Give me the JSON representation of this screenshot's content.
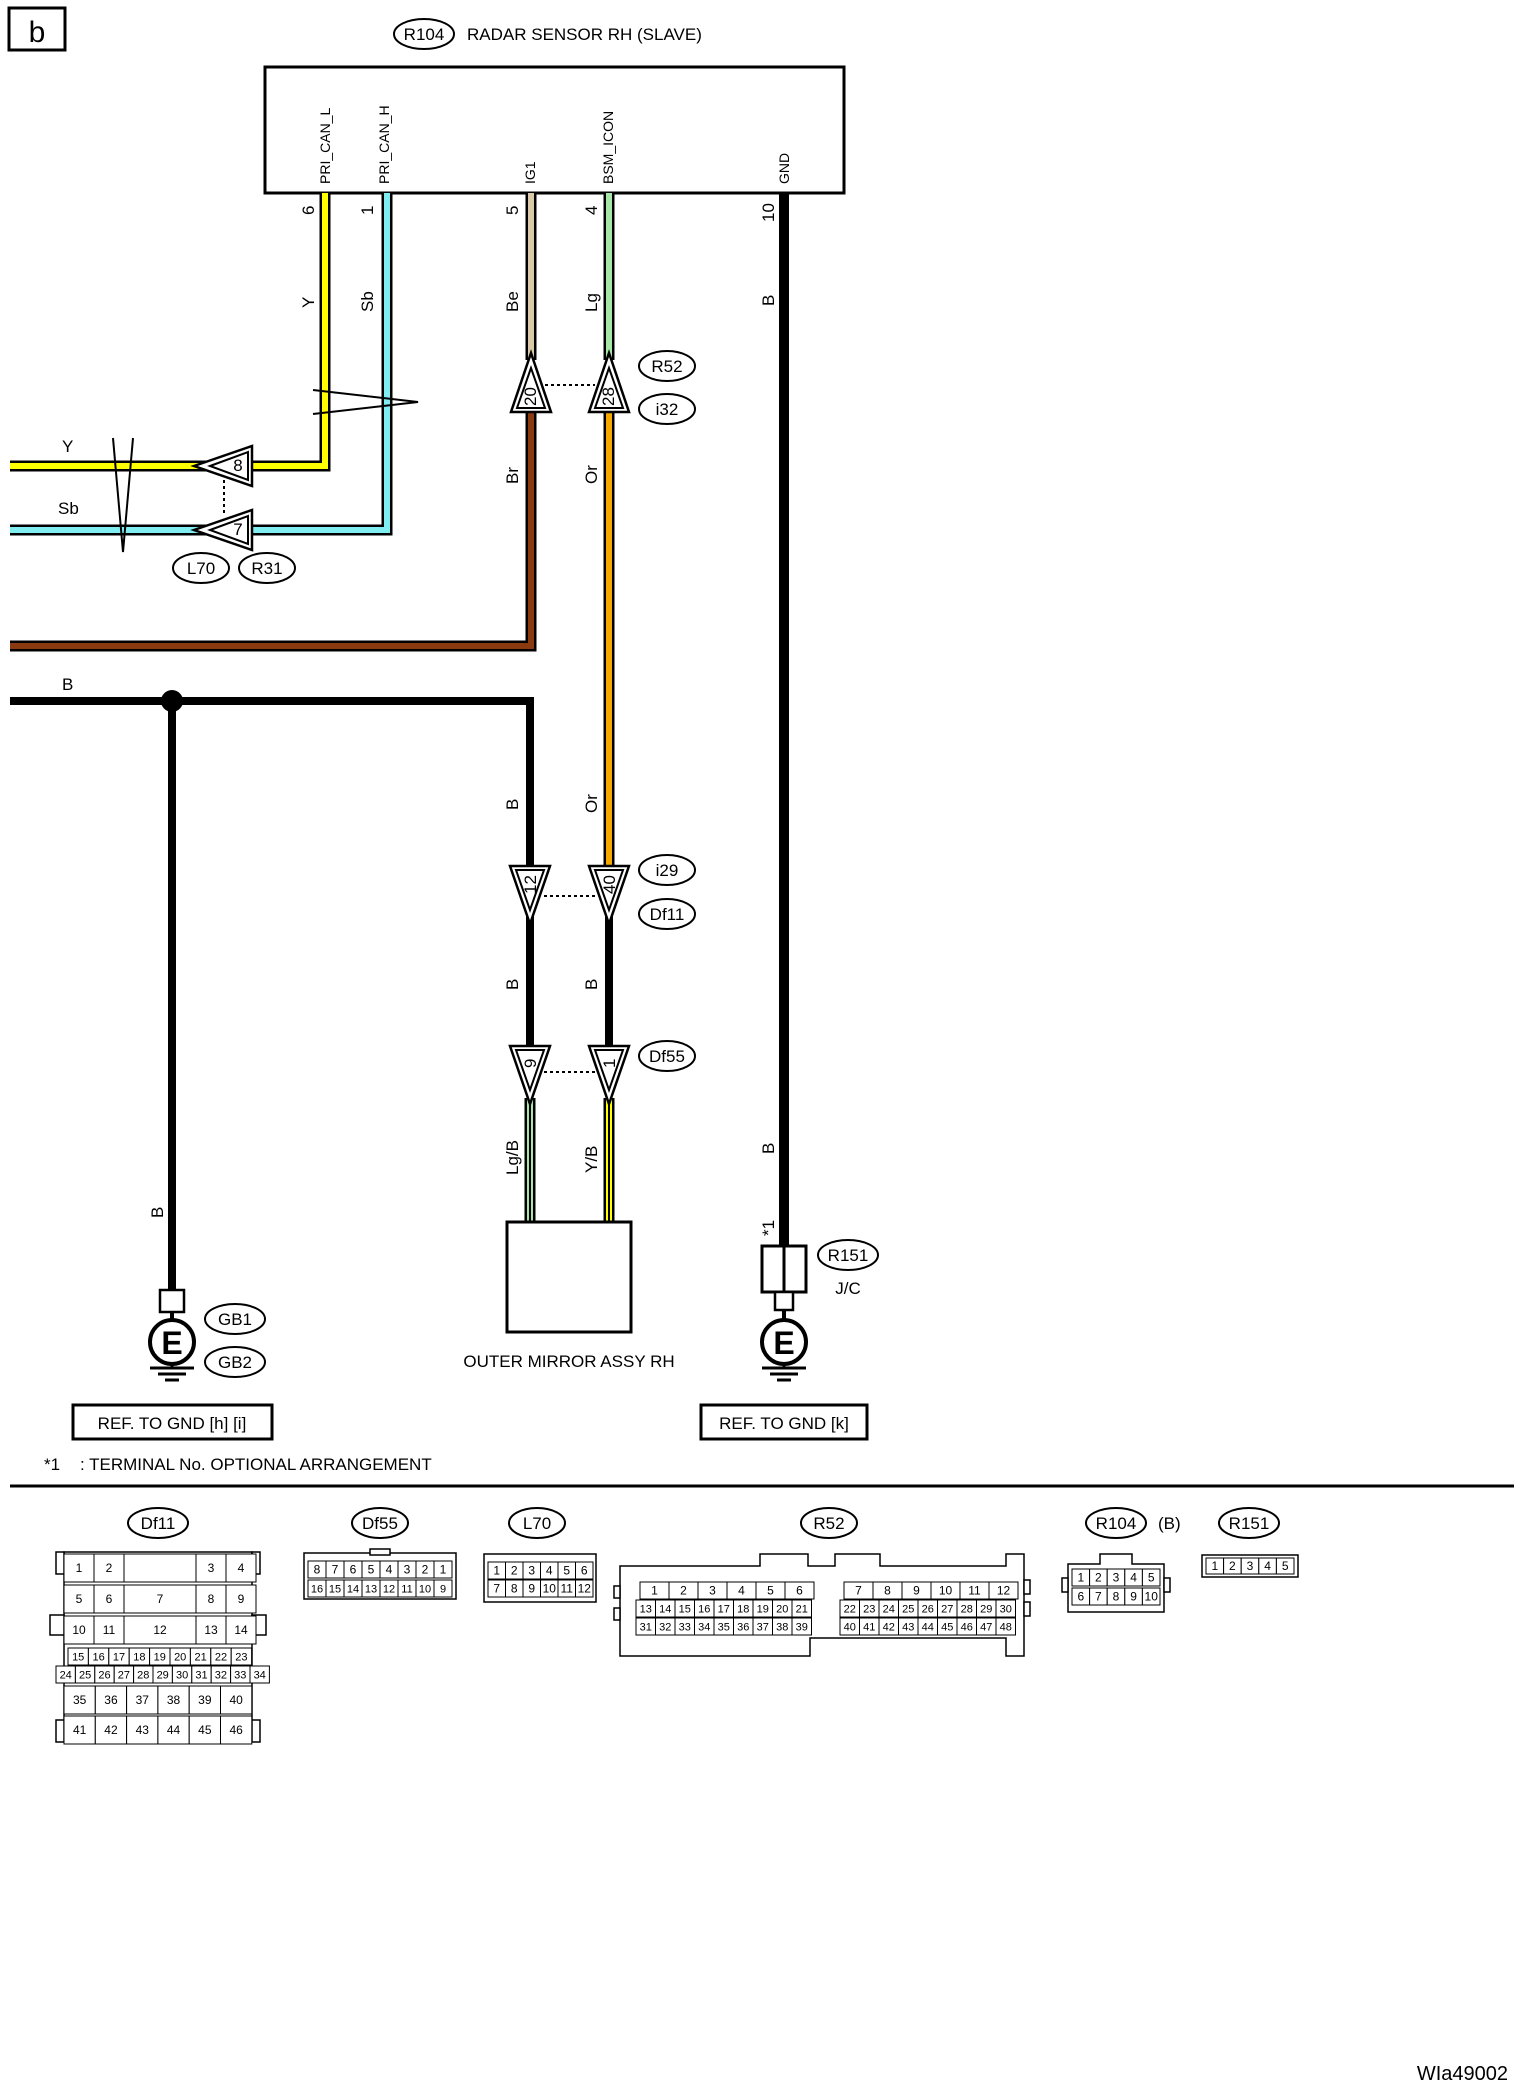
{
  "section_label": "b",
  "radar": {
    "id": "R104",
    "title": "RADAR SENSOR RH (SLAVE)",
    "pins": [
      {
        "name": "PRI_CAN_L",
        "no": "6",
        "color": "Y"
      },
      {
        "name": "PRI_CAN_H",
        "no": "1",
        "color": "Sb"
      },
      {
        "name": "IG1",
        "no": "5",
        "color": "Be"
      },
      {
        "name": "BSM_ICON",
        "no": "4",
        "color": "Lg"
      },
      {
        "name": "GND",
        "no": "10",
        "color": "B"
      }
    ]
  },
  "wire_colors": {
    "Y": "#ffff00",
    "Sb": "#80eef0",
    "Be": "#d9c9a9",
    "Lg": "#a6e6a6",
    "Br": "#8b3a10",
    "Or": "#f6a800",
    "B": "#000000"
  },
  "connectors_inline": [
    {
      "pin": "20",
      "ids": [
        "R52",
        "i32"
      ],
      "pin2": "28"
    },
    {
      "pin": "8",
      "ids": [
        "L70",
        "R31"
      ],
      "pin2": "7"
    },
    {
      "pin": "12",
      "ids": [
        "i29",
        "Df11"
      ],
      "pin2": "40"
    },
    {
      "pin": "9",
      "ids": [
        "Df55"
      ],
      "pin2": "1"
    }
  ],
  "wire_labels": {
    "y_left": "Y",
    "sb_left": "Sb",
    "br": "Br",
    "or_upper": "Or",
    "b_top_left": "B",
    "b_drop": "B",
    "or_lower": "Or",
    "b_mid_left": "B",
    "b_mid_right": "B",
    "b_ground_left": "B",
    "lgb": "Lg/B",
    "yb": "Y/B",
    "b_gnd": "B"
  },
  "ground_left": {
    "ids": [
      "GB1",
      "GB2"
    ],
    "symbol": "E",
    "ref": "REF. TO GND [h] [i]"
  },
  "ground_right": {
    "id": "R151",
    "sub": "J/C",
    "star": "*1",
    "symbol": "E",
    "ref": "REF. TO GND [k]"
  },
  "mirror": {
    "label": "OUTER MIRROR ASSY RH"
  },
  "note": {
    "star": "*1",
    "text": ": TERMINAL No. OPTIONAL ARRANGEMENT"
  },
  "connector_views": {
    "df11": {
      "id": "Df11",
      "rows": [
        [
          "1",
          "2",
          "",
          "3",
          "4"
        ],
        [
          "5",
          "6",
          "7",
          "8",
          "9"
        ],
        [
          "10",
          "11",
          "12",
          "13",
          "14"
        ],
        [
          "15",
          "16",
          "17",
          "18",
          "19",
          "20",
          "21",
          "22",
          "23"
        ],
        [
          "24",
          "25",
          "26",
          "27",
          "28",
          "29",
          "30",
          "31",
          "32",
          "33",
          "34"
        ],
        [
          "35",
          "36",
          "37",
          "38",
          "39",
          "40"
        ],
        [
          "41",
          "42",
          "43",
          "44",
          "45",
          "46"
        ]
      ]
    },
    "df55": {
      "id": "Df55",
      "rows": [
        [
          "8",
          "7",
          "6",
          "5",
          "4",
          "3",
          "2",
          "1"
        ],
        [
          "16",
          "15",
          "14",
          "13",
          "12",
          "11",
          "10",
          "9"
        ]
      ]
    },
    "l70": {
      "id": "L70",
      "rows": [
        [
          "1",
          "2",
          "3",
          "4",
          "5",
          "6"
        ],
        [
          "7",
          "8",
          "9",
          "10",
          "11",
          "12"
        ]
      ]
    },
    "r52": {
      "id": "R52",
      "left_rows": [
        [
          "1",
          "2",
          "3",
          "4",
          "5",
          "6"
        ],
        [
          "13",
          "14",
          "15",
          "16",
          "17",
          "18",
          "19",
          "20",
          "21"
        ],
        [
          "31",
          "32",
          "33",
          "34",
          "35",
          "36",
          "37",
          "38",
          "39"
        ]
      ],
      "right_rows": [
        [
          "7",
          "8",
          "9",
          "10",
          "11",
          "12"
        ],
        [
          "22",
          "23",
          "24",
          "25",
          "26",
          "27",
          "28",
          "29",
          "30"
        ],
        [
          "40",
          "41",
          "42",
          "43",
          "44",
          "45",
          "46",
          "47",
          "48"
        ]
      ]
    },
    "r104": {
      "id": "R104",
      "suffix": "(B)",
      "rows": [
        [
          "1",
          "2",
          "3",
          "4",
          "5"
        ],
        [
          "6",
          "7",
          "8",
          "9",
          "10"
        ]
      ]
    },
    "r151": {
      "id": "R151",
      "rows": [
        [
          "1",
          "2",
          "3",
          "4",
          "5"
        ]
      ]
    }
  },
  "figure_code": "WIa49002"
}
